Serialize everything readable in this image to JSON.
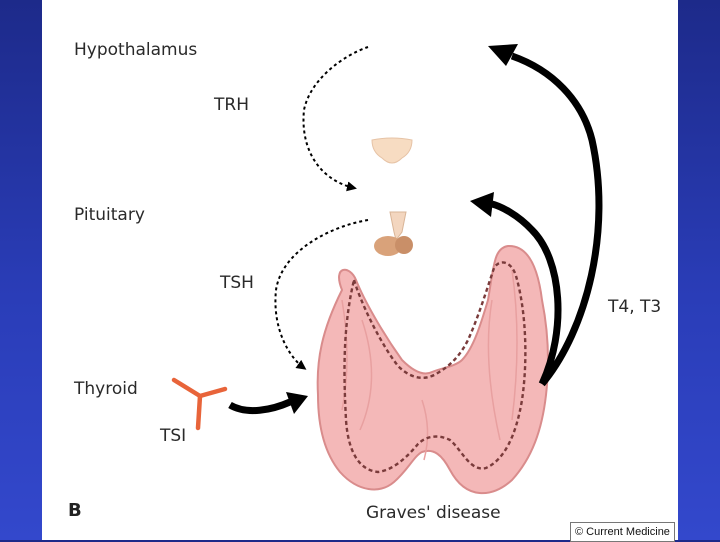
{
  "labels": {
    "hypothalamus": "Hypothalamus",
    "pituitary": "Pituitary",
    "thyroid": "Thyroid",
    "trh": "TRH",
    "tsh": "TSH",
    "tsi": "TSI",
    "t4_t3": "T4, T3",
    "panel_letter": "B",
    "caption": "Graves' disease"
  },
  "credit": {
    "symbol": "©",
    "text": "Current Medicine"
  },
  "colors": {
    "background_top": "#1d2a8a",
    "background_bottom": "#3348cc",
    "thyroid_fill": "#f4b8b8",
    "thyroid_outline": "#d98c8c",
    "dotted_outline": "#7a3b3b",
    "tsi_antibody": "#e8643a",
    "pituitary_fill": "#d9a27a",
    "hypothalamus_fill": "#f7dcc2",
    "arrow": "#000000"
  }
}
